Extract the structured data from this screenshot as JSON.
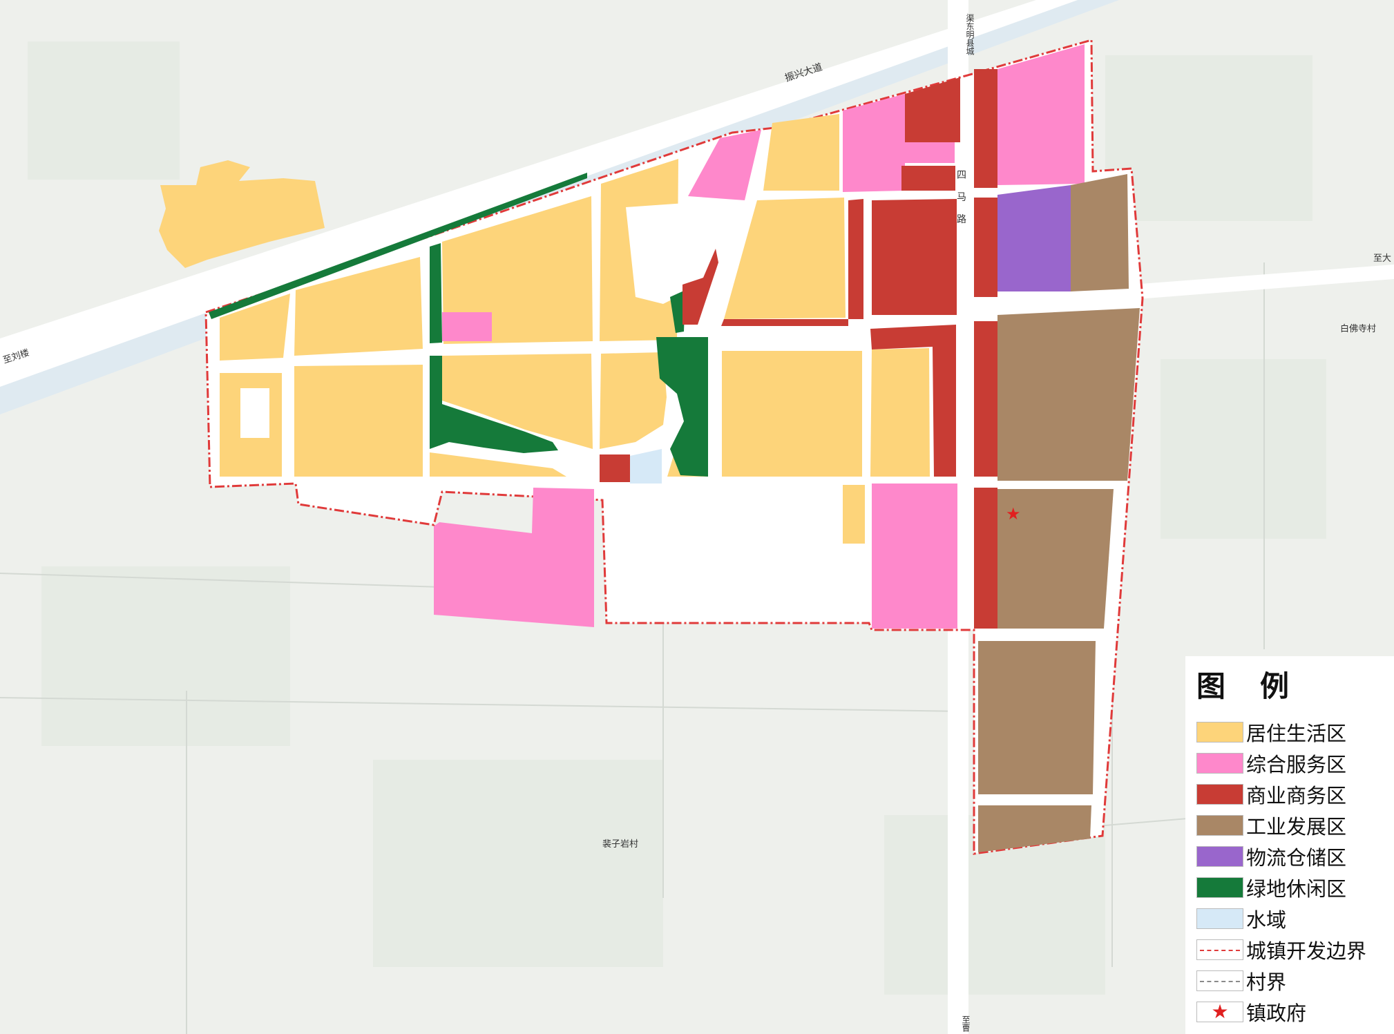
{
  "colors": {
    "residential": "#fdd47a",
    "service": "#fe88cb",
    "commercial": "#c83c34",
    "industrial": "#a98766",
    "logistics": "#9966cc",
    "green": "#157a3a",
    "water": "#d6e9f7",
    "boundary": "#e03a3a",
    "village": "#8a8a8a",
    "base": "#f1f2f0",
    "road": "#ffffff",
    "canal": "#dfeaf1"
  },
  "map_labels": {
    "road_zhenxing": "振兴大道",
    "road_simalu": "四马路",
    "road_north": "渠东明县城",
    "road_west": "至刘楼",
    "road_east": "至大",
    "road_south": "至曹",
    "village_baifosi": "白佛寺村",
    "village_south": "裴子岩村"
  },
  "legend": {
    "title": "图例",
    "items": [
      {
        "label": "居住生活区",
        "kind": "fill",
        "color": "#fdd47a"
      },
      {
        "label": "综合服务区",
        "kind": "fill",
        "color": "#fe88cb"
      },
      {
        "label": "商业商务区",
        "kind": "fill",
        "color": "#c83c34"
      },
      {
        "label": "工业发展区",
        "kind": "fill",
        "color": "#a98766"
      },
      {
        "label": "物流仓储区",
        "kind": "fill",
        "color": "#9966cc"
      },
      {
        "label": "绿地休闲区",
        "kind": "fill",
        "color": "#157a3a"
      },
      {
        "label": "水域",
        "kind": "fill",
        "color": "#d6e9f7"
      },
      {
        "label": "城镇开发边界",
        "kind": "boundary"
      },
      {
        "label": "村界",
        "kind": "village"
      },
      {
        "label": "镇政府",
        "kind": "star"
      }
    ]
  }
}
